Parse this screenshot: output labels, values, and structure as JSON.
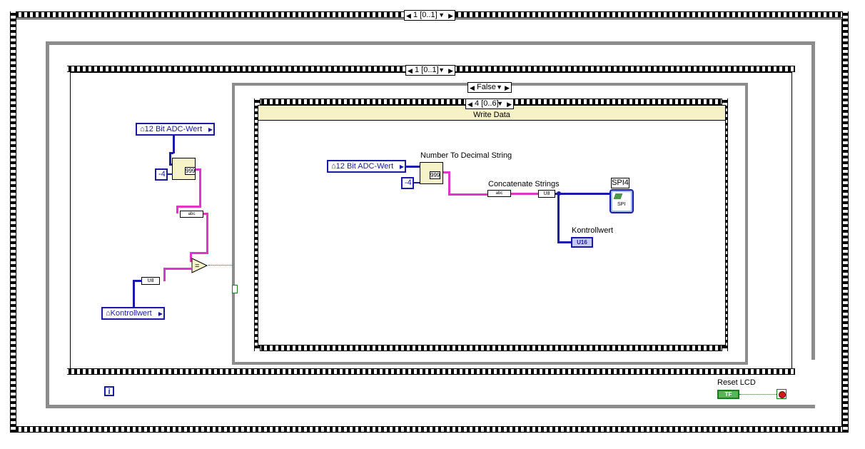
{
  "outer_sequence": {
    "selector": "1 [0..1]"
  },
  "inner_sequence": {
    "selector": "1 [0..1]"
  },
  "case_structure": {
    "selector": "False"
  },
  "inner_case": {
    "selector": "4 [0..6]",
    "subdiagram_label": "Write Data"
  },
  "left": {
    "adc_local": "12 Bit ADC-Wert",
    "const_value": "-4",
    "kontroll_local": "Kontrollwert",
    "num_fn_glyph": "999",
    "u8_glyph": "U8",
    "concat_glyph": "abc",
    "equal_glyph": "="
  },
  "write_data": {
    "adc_local": "12 Bit ADC-Wert",
    "const_value": "-4",
    "num_to_dec_label": "Number To Decimal String",
    "num_fn_glyph": "999",
    "concat_label": "Concatenate Strings",
    "u8_glyph": "U8",
    "spi_label": "SPI4",
    "spi_glyph": "SPI",
    "kontroll_label": "Kontrollwert",
    "kontroll_indicator": "U16"
  },
  "bottom": {
    "info_icon": "i",
    "reset_label": "Reset LCD",
    "reset_terminal": "TF"
  },
  "colors": {
    "wire_numeric": "#1a1aa8",
    "wire_string": "#e036c8",
    "wire_bool": "#1a7d1a",
    "frame": "#8c8c8c"
  }
}
